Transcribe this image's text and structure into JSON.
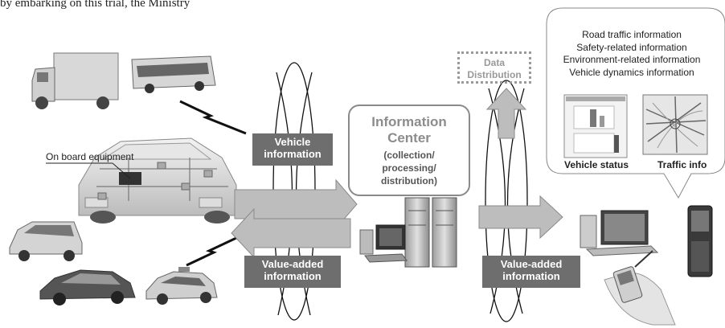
{
  "top_caption": "by embarking on this trial, the Ministry",
  "onboard_label": "On board equipment",
  "vehicle_info": [
    "Vehicle",
    "information"
  ],
  "value_added_left": [
    "Value-added",
    "information"
  ],
  "value_added_right": [
    "Value-added",
    "information"
  ],
  "info_center": {
    "title": [
      "Information",
      "Center"
    ],
    "subtitle": [
      "(collection/",
      "processing/",
      "distribution)"
    ]
  },
  "data_distribution": [
    "Data",
    "Distribution"
  ],
  "callout": {
    "lines": [
      "Road traffic information",
      "Safety-related information",
      "Environment-related information",
      "Vehicle dynamics information"
    ],
    "vehicle_status": "Vehicle status",
    "traffic_info": "Traffic info"
  },
  "colors": {
    "label_fill": "#6e6e6e",
    "arrow_fill": "#bdbdbd",
    "arrow_stroke": "#8a8a8a",
    "center_border": "#8a8a8a"
  }
}
